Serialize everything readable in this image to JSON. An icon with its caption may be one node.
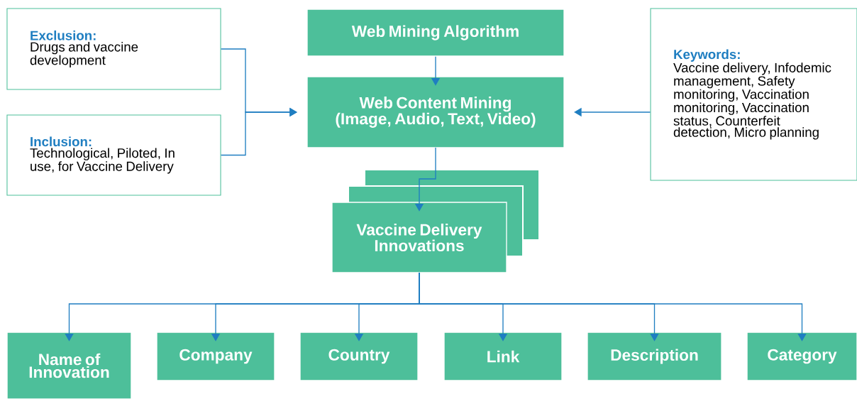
{
  "diagram": {
    "nodes": [
      {
        "text": [
          "Exclusion:",
          "Drugs and vaccine development"
        ]
      },
      {
        "text": [
          "Inclusion:",
          "Technological, Piloted, In use, for Vaccine Delivery"
        ]
      },
      {
        "text": [
          "Web Mining Algorithm"
        ]
      },
      {
        "text": [
          "Web Content Mining",
          "(Image, Audio, Text, Video)"
        ]
      },
      {
        "text": [
          "Keywords:",
          "Vaccine delivery, Infodemic management, Safety monitoring, Vaccination monitoring, Vaccination status, Counterfeit detection, Micro planning"
        ]
      },
      {
        "text": [
          "Vaccine Delivery Innovations"
        ]
      },
      {
        "text": [
          "Name of Innovation"
        ]
      },
      {
        "text": [
          "Company"
        ]
      },
      {
        "text": [
          "Country"
        ]
      },
      {
        "text": [
          "Link"
        ]
      },
      {
        "text": [
          "Description"
        ]
      },
      {
        "text": [
          "Category"
        ]
      }
    ],
    "edges": [
      {
        "from": 0,
        "to": 3,
        "arrow": "to"
      },
      {
        "from": 1,
        "to": 3,
        "arrow": "to"
      },
      {
        "from": 2,
        "to": 3,
        "arrow": "to"
      },
      {
        "from": 4,
        "to": 3,
        "arrow": "to"
      },
      {
        "from": 3,
        "to": 5,
        "arrow": "to"
      },
      {
        "from": 5,
        "to": 6,
        "arrow": "to"
      },
      {
        "from": 5,
        "to": 7,
        "arrow": "to"
      },
      {
        "from": 5,
        "to": 8,
        "arrow": "to"
      },
      {
        "from": 5,
        "to": 9,
        "arrow": "to"
      },
      {
        "from": 5,
        "to": 10,
        "arrow": "to"
      },
      {
        "from": 5,
        "to": 11,
        "arrow": "to"
      }
    ]
  }
}
